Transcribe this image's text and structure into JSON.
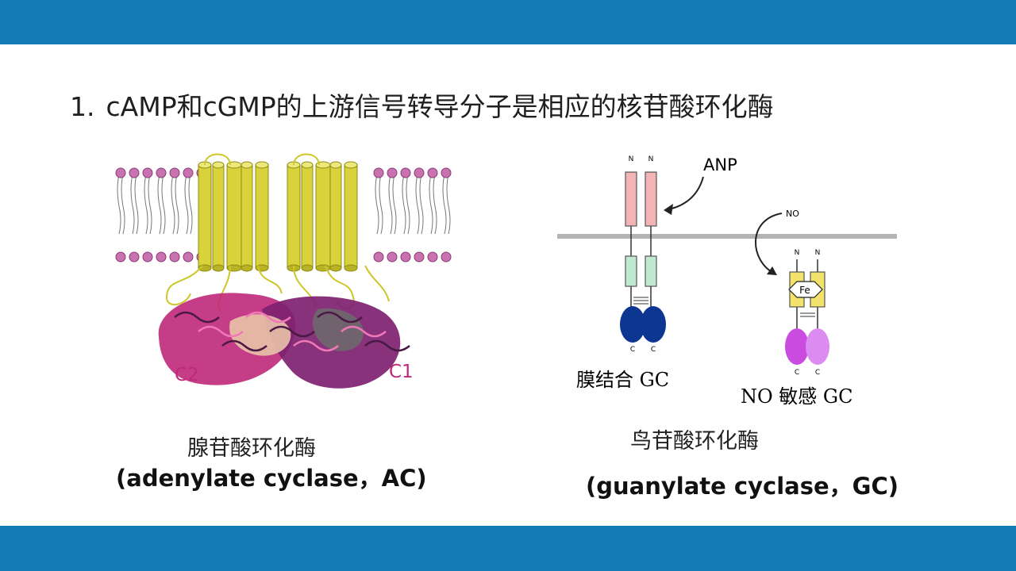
{
  "colors": {
    "bar": "#147ab5",
    "ac_helix": "#d8d33a",
    "ac_domain": "#c0287a",
    "anp_receptor": "#f2b4b4",
    "kinase_like": "#bfead0",
    "catalytic_blue": "#0d3592",
    "catalytic_purple": "#c94be0",
    "heme_yellow": "#f4e36a"
  },
  "slide": {
    "title_number": "1.",
    "title_text": "cAMP和cGMP的上游信号转导分子是相应的核苷酸环化酶"
  },
  "ac_figure": {
    "label_c2": "C2",
    "label_c1": "C1",
    "caption_cn": "腺苷酸环化酶",
    "caption_en": "(adenylate cyclase，AC)"
  },
  "gc_figure": {
    "label_anp": "ANP",
    "label_no_ligand": "NO",
    "label_fe": "Fe",
    "terminus_n": "N",
    "terminus_c": "C",
    "label_membrane_gc": "膜结合 GC",
    "label_no_gc": "NO 敏感 GC",
    "caption_cn": "鸟苷酸环化酶",
    "caption_en": "(guanylate cyclase，GC)"
  }
}
